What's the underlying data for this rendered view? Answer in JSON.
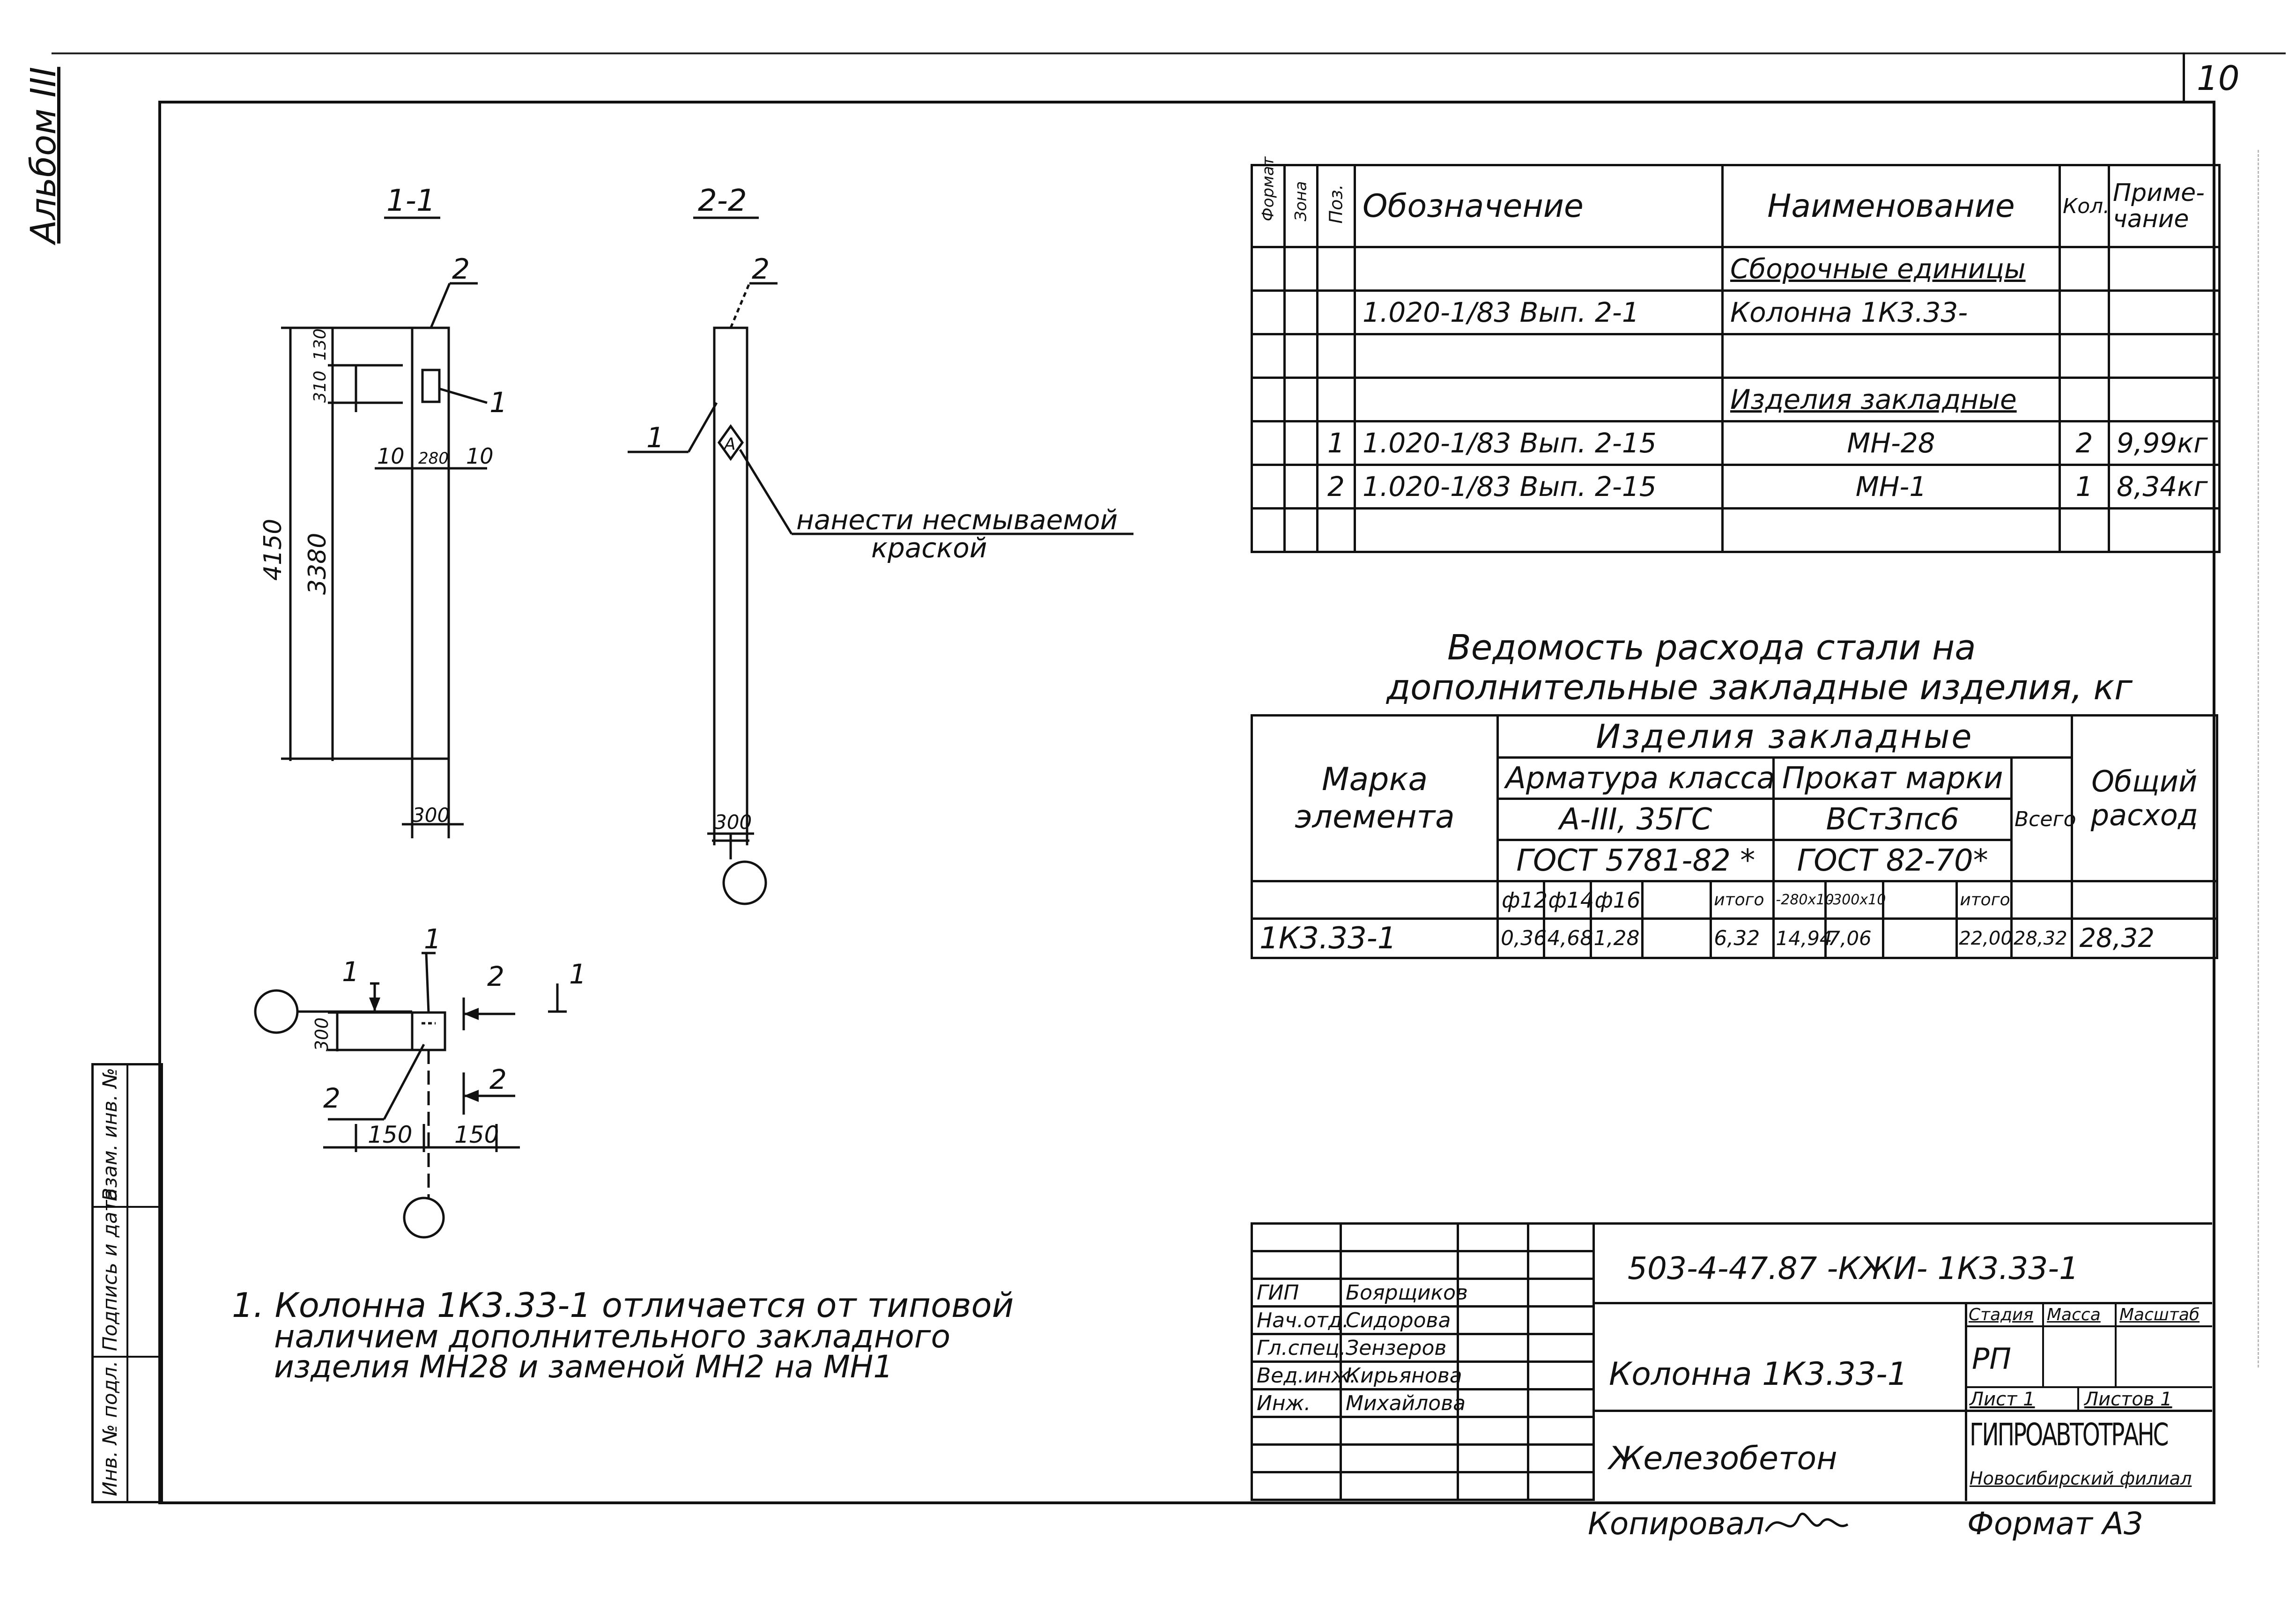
{
  "page": {
    "sheet_number": "10",
    "album_label": "Альбом III",
    "copied_label": "Копировал",
    "format_label": "Формат А3"
  },
  "section_1": {
    "title": "1-1",
    "callout_2": "2",
    "callout_1": "1",
    "dims": {
      "total": "4150",
      "lower": "3380",
      "upper": "310",
      "top": "130",
      "left_gap": "10",
      "width_mid": "280",
      "right_gap": "10",
      "bottom_width": "300"
    }
  },
  "section_2": {
    "title": "2-2",
    "callout_2": "2",
    "callout_1": "1",
    "marker": "A",
    "note_line1": "нанести несмываемой",
    "note_line2": "краской",
    "bottom_width": "300"
  },
  "plan": {
    "arrow_1_left": "1",
    "callout_1": "1",
    "arrow_2_top": "2",
    "arrow_1_right": "1",
    "dim_height": "300",
    "callout_2": "2",
    "arrow_2_bottom": "2",
    "dim_left": "150",
    "dim_right": "150"
  },
  "spec_table": {
    "headers": {
      "format": "Формат",
      "zone": "Зона",
      "pos": "Поз.",
      "designation": "Обозначение",
      "name": "Наименование",
      "qty": "Кол.",
      "note": "Приме-чание"
    },
    "rows": [
      {
        "format": "",
        "zone": "",
        "pos": "",
        "designation": "",
        "name": "Сборочные единицы",
        "qty": "",
        "note": ""
      },
      {
        "format": "",
        "zone": "",
        "pos": "",
        "designation": "1.020-1/83   Вып. 2-1",
        "name": "Колонна 1К3.33-",
        "qty": "",
        "note": ""
      },
      {
        "format": "",
        "zone": "",
        "pos": "",
        "designation": "",
        "name": "",
        "qty": "",
        "note": ""
      },
      {
        "format": "",
        "zone": "",
        "pos": "",
        "designation": "",
        "name": "Изделия закладные",
        "qty": "",
        "note": ""
      },
      {
        "format": "",
        "zone": "",
        "pos": "1",
        "designation": "1.020-1/83   Вып. 2-15",
        "name": "МН-28",
        "qty": "2",
        "note": "9,99кг"
      },
      {
        "format": "",
        "zone": "",
        "pos": "2",
        "designation": "1.020-1/83   Вып. 2-15",
        "name": "МН-1",
        "qty": "1",
        "note": "8,34кг"
      },
      {
        "format": "",
        "zone": "",
        "pos": "",
        "designation": "",
        "name": "",
        "qty": "",
        "note": ""
      }
    ]
  },
  "steel_table": {
    "title_line1": "Ведомость расхода стали на",
    "title_line2": "дополнительные закладные изделия, кг",
    "mark_header": "Марка элемента",
    "embedded_header": "Изделия закладные",
    "rebar_header": "Арматура класса",
    "rebar_class": "А-III, 35ГС",
    "rebar_gost": "ГОСТ 5781-82 *",
    "rolled_header": "Прокат марки",
    "rolled_grade": "ВСт3пс6",
    "rolled_gost": "ГОСТ 82-70*",
    "total_header": "Всего",
    "overall_header": "Общий расход",
    "sub_headers": [
      "ф12",
      "ф14",
      "ф16",
      "",
      "итого",
      "-280х10",
      "-300х10",
      "",
      "итого"
    ],
    "row": {
      "mark": "1К3.33-1",
      "values": [
        "0,36",
        "4,68",
        "1,28",
        "",
        "6,32",
        "14,94",
        "7,06",
        "",
        "22,00"
      ],
      "total": "28,32",
      "overall": "28,32"
    }
  },
  "note_text": {
    "line1": "1. Колонна   1К3.33-1 отличается от типовой",
    "line2": "наличием дополнительного закладного",
    "line3": "изделия МН28 и заменой МН2 на МН1"
  },
  "side_stamp": [
    "Инв. № подл.",
    "Подпись и дата",
    "Взам. инв. №"
  ],
  "title_block": {
    "staff": [
      {
        "role": "ГИП",
        "name": "Боярщиков"
      },
      {
        "role": "Нач.отд.",
        "name": "Сидорова"
      },
      {
        "role": "Гл.спец.",
        "name": "Зензеров"
      },
      {
        "role": "Вед.инж.",
        "name": "Кирьянова"
      },
      {
        "role": "Инж.",
        "name": "Михайлова"
      }
    ],
    "code": "503-4-47.87 -КЖИ- 1К3.33-1",
    "drawing_name": "Колонна 1К3.33-1",
    "material": "Железобетон",
    "stage_label": "Стадия",
    "mass_label": "Масса",
    "scale_label": "Масштаб",
    "stage": "РП",
    "sheet_label": "Лист 1",
    "sheets_label": "Листов 1",
    "org_name": "ГИПРОАВТОТРАНС",
    "org_branch": "Новосибирский филиал"
  }
}
